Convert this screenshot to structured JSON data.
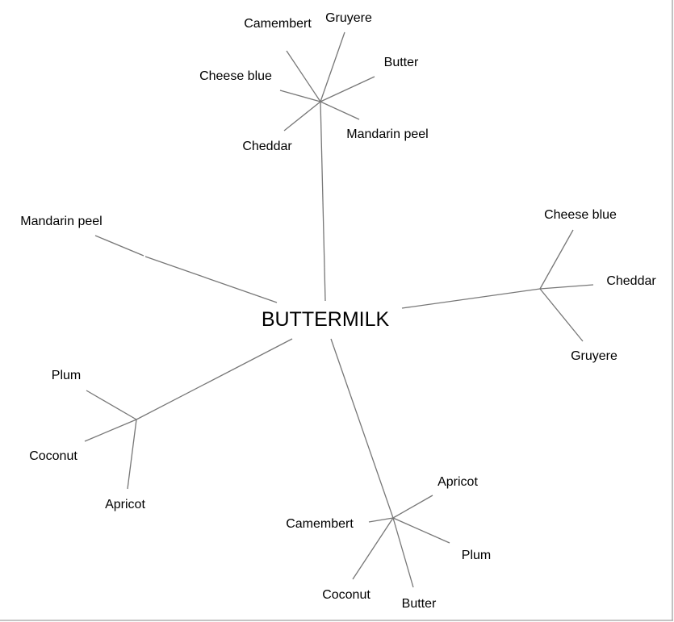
{
  "root": {
    "label": "BUTTERMILK"
  },
  "branches": [
    {
      "name": "top",
      "leaves": [
        "Camembert",
        "Gruyere",
        "Butter",
        "Cheese blue",
        "Cheddar",
        "Mandarin peel"
      ]
    },
    {
      "name": "left",
      "leaves": [
        "Mandarin peel"
      ]
    },
    {
      "name": "right",
      "leaves": [
        "Cheese blue",
        "Cheddar",
        "Gruyere"
      ]
    },
    {
      "name": "bottom-left",
      "leaves": [
        "Plum",
        "Coconut",
        "Apricot"
      ]
    },
    {
      "name": "bottom",
      "leaves": [
        "Apricot",
        "Camembert",
        "Plum",
        "Coconut",
        "Butter"
      ]
    }
  ],
  "colors": {
    "edge": "#777777",
    "border": "#a0a0a0"
  }
}
